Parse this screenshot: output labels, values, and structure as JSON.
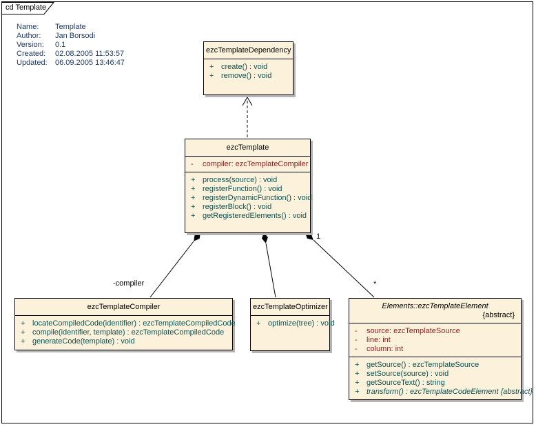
{
  "frame": {
    "label": "cd Template"
  },
  "metadata": {
    "rows": [
      {
        "label": "Name:",
        "value": "Template"
      },
      {
        "label": "Author:",
        "value": "Jan Borsodi"
      },
      {
        "label": "Version:",
        "value": "0.1"
      },
      {
        "label": "Created:",
        "value": "02.08.2005 11:53:57"
      },
      {
        "label": "Updated:",
        "value": "06.09.2005 13:46:47"
      }
    ]
  },
  "colors": {
    "box_fill": "#fcf2dc",
    "box_border": "#000000",
    "shadow": "#b4b4b4",
    "attribute_text": "#8f1a1a",
    "operation_text": "#0b5151",
    "metadata_text": "#1f3a68",
    "line": "#000000"
  },
  "classes": {
    "dependency": {
      "name": "ezcTemplateDependency",
      "operations": [
        {
          "sign": "+",
          "text": "create() : void"
        },
        {
          "sign": "+",
          "text": "remove() : void"
        }
      ]
    },
    "template": {
      "name": "ezcTemplate",
      "attributes": [
        {
          "sign": "-",
          "text": "compiler: ezcTemplateCompiler"
        }
      ],
      "operations": [
        {
          "sign": "+",
          "text": "process(source) : void"
        },
        {
          "sign": "+",
          "text": "registerFunction() : void"
        },
        {
          "sign": "+",
          "text": "registerDynamicFunction() : void"
        },
        {
          "sign": "+",
          "text": "registerBlock() : void"
        },
        {
          "sign": "+",
          "text": "getRegisteredElements() : void"
        }
      ]
    },
    "compiler": {
      "name": "ezcTemplateCompiler",
      "operations": [
        {
          "sign": "+",
          "text": "locateCompiledCode(identifier) : ezcTemplateCompiledCode"
        },
        {
          "sign": "+",
          "text": "compile(identifier, template) : ezcTemplateCompiledCode"
        },
        {
          "sign": "+",
          "text": "generateCode(template) : void"
        }
      ]
    },
    "optimizer": {
      "name": "ezcTemplateOptimizer",
      "operations": [
        {
          "sign": "+",
          "text": "optimize(tree) : void"
        }
      ]
    },
    "element": {
      "name": "Elements::ezcTemplateElement",
      "stereotype": "{abstract}",
      "attributes": [
        {
          "sign": "-",
          "text": "source: ezcTemplateSource"
        },
        {
          "sign": "-",
          "text": "line: int"
        },
        {
          "sign": "-",
          "text": "column: int"
        }
      ],
      "operations": [
        {
          "sign": "+",
          "text": "getSource() : ezcTemplateSource"
        },
        {
          "sign": "+",
          "text": "setSource(source) : void"
        },
        {
          "sign": "+",
          "text": "getSourceText() : string"
        },
        {
          "sign": "+",
          "text": "transform() : ezcTemplateCodeElement {abstract}",
          "italic": true
        }
      ]
    }
  },
  "connectors": {
    "labels": {
      "compiler_role": "-compiler",
      "multiplicity_one": "1",
      "multiplicity_many": "*"
    }
  }
}
